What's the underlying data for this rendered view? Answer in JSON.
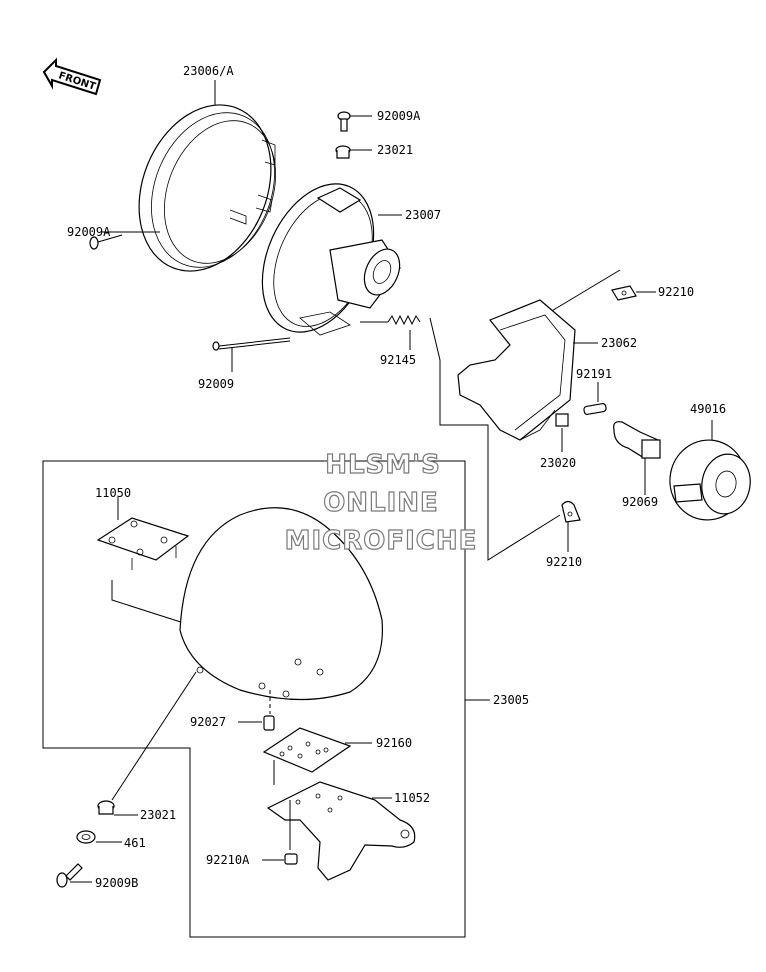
{
  "watermark": {
    "line1": "HLSM'S",
    "line2": "ONLINE",
    "line3": "MICROFICHE"
  },
  "front_label": "FRONT",
  "parts": {
    "p23006A": "23006/A",
    "p92009A_top": "92009A",
    "p23021_top": "23021",
    "p23007": "23007",
    "p92009A_left": "92009A",
    "p92210_top": "92210",
    "p23062": "23062",
    "p92009": "92009",
    "p92145": "92145",
    "p92191": "92191",
    "p49016": "49016",
    "p23020": "23020",
    "p11050": "11050",
    "p92069": "92069",
    "p92210_mid": "92210",
    "p23005": "23005",
    "p92027": "92027",
    "p92160": "92160",
    "p11052": "11052",
    "p23021_bottom": "23021",
    "p461": "461",
    "p92210A": "92210A",
    "p92009B": "92009B"
  }
}
